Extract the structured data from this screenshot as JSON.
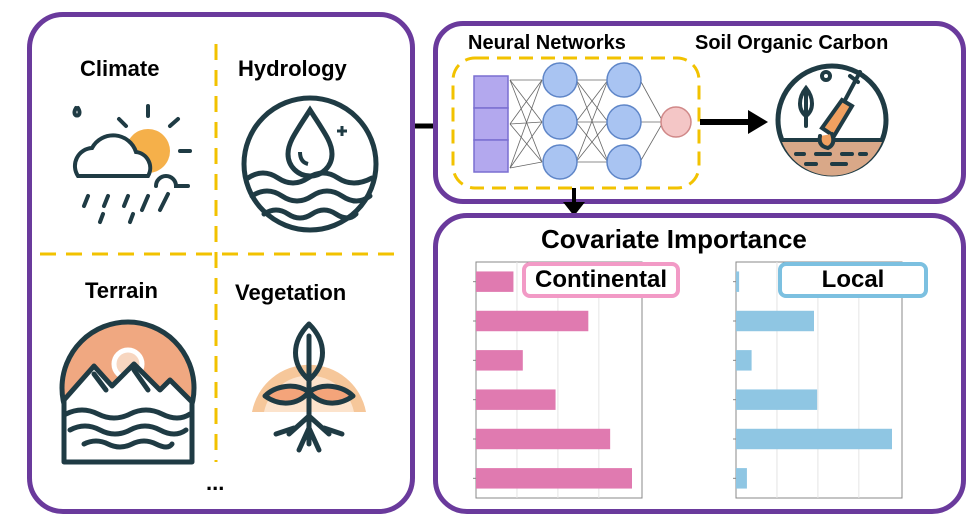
{
  "covariates": {
    "climate": "Climate",
    "hydrology": "Hydrology",
    "terrain": "Terrain",
    "vegetation": "Vegetation",
    "more": "..."
  },
  "model": {
    "title": "Neural Networks",
    "output_title": "Soil Organic Carbon"
  },
  "importance": {
    "title": "Covariate Importance",
    "panels": [
      {
        "label": "Continental",
        "color": "#f29ac6"
      },
      {
        "label": "Local",
        "color": "#7cc0e0"
      }
    ]
  },
  "colors": {
    "frame": "#6a3a9c",
    "divider": "#f2c200",
    "icon_dark": "#1f3b44",
    "accent_orange": "#f0a060",
    "continental_bar": "#e07ab0",
    "local_bar": "#8fc6e3",
    "input_layer": "#b3a8ee",
    "hidden_node": "#a9c4f2",
    "output_node": "#f4c6c6"
  },
  "chart_data": [
    {
      "type": "bar",
      "orientation": "horizontal",
      "series": [
        {
          "name": "Continental",
          "values": [
            0.24,
            0.72,
            0.3,
            0.51,
            0.86,
            1.0
          ]
        }
      ],
      "categories": [
        "",
        "",
        "",
        "",
        "",
        ""
      ],
      "title": "",
      "xlabel": "",
      "ylabel": ""
    },
    {
      "type": "bar",
      "orientation": "horizontal",
      "series": [
        {
          "name": "Local",
          "values": [
            0.02,
            0.5,
            0.1,
            0.52,
            1.0,
            0.07
          ]
        }
      ],
      "categories": [
        "",
        "",
        "",
        "",
        "",
        ""
      ],
      "title": "",
      "xlabel": "",
      "ylabel": ""
    }
  ]
}
